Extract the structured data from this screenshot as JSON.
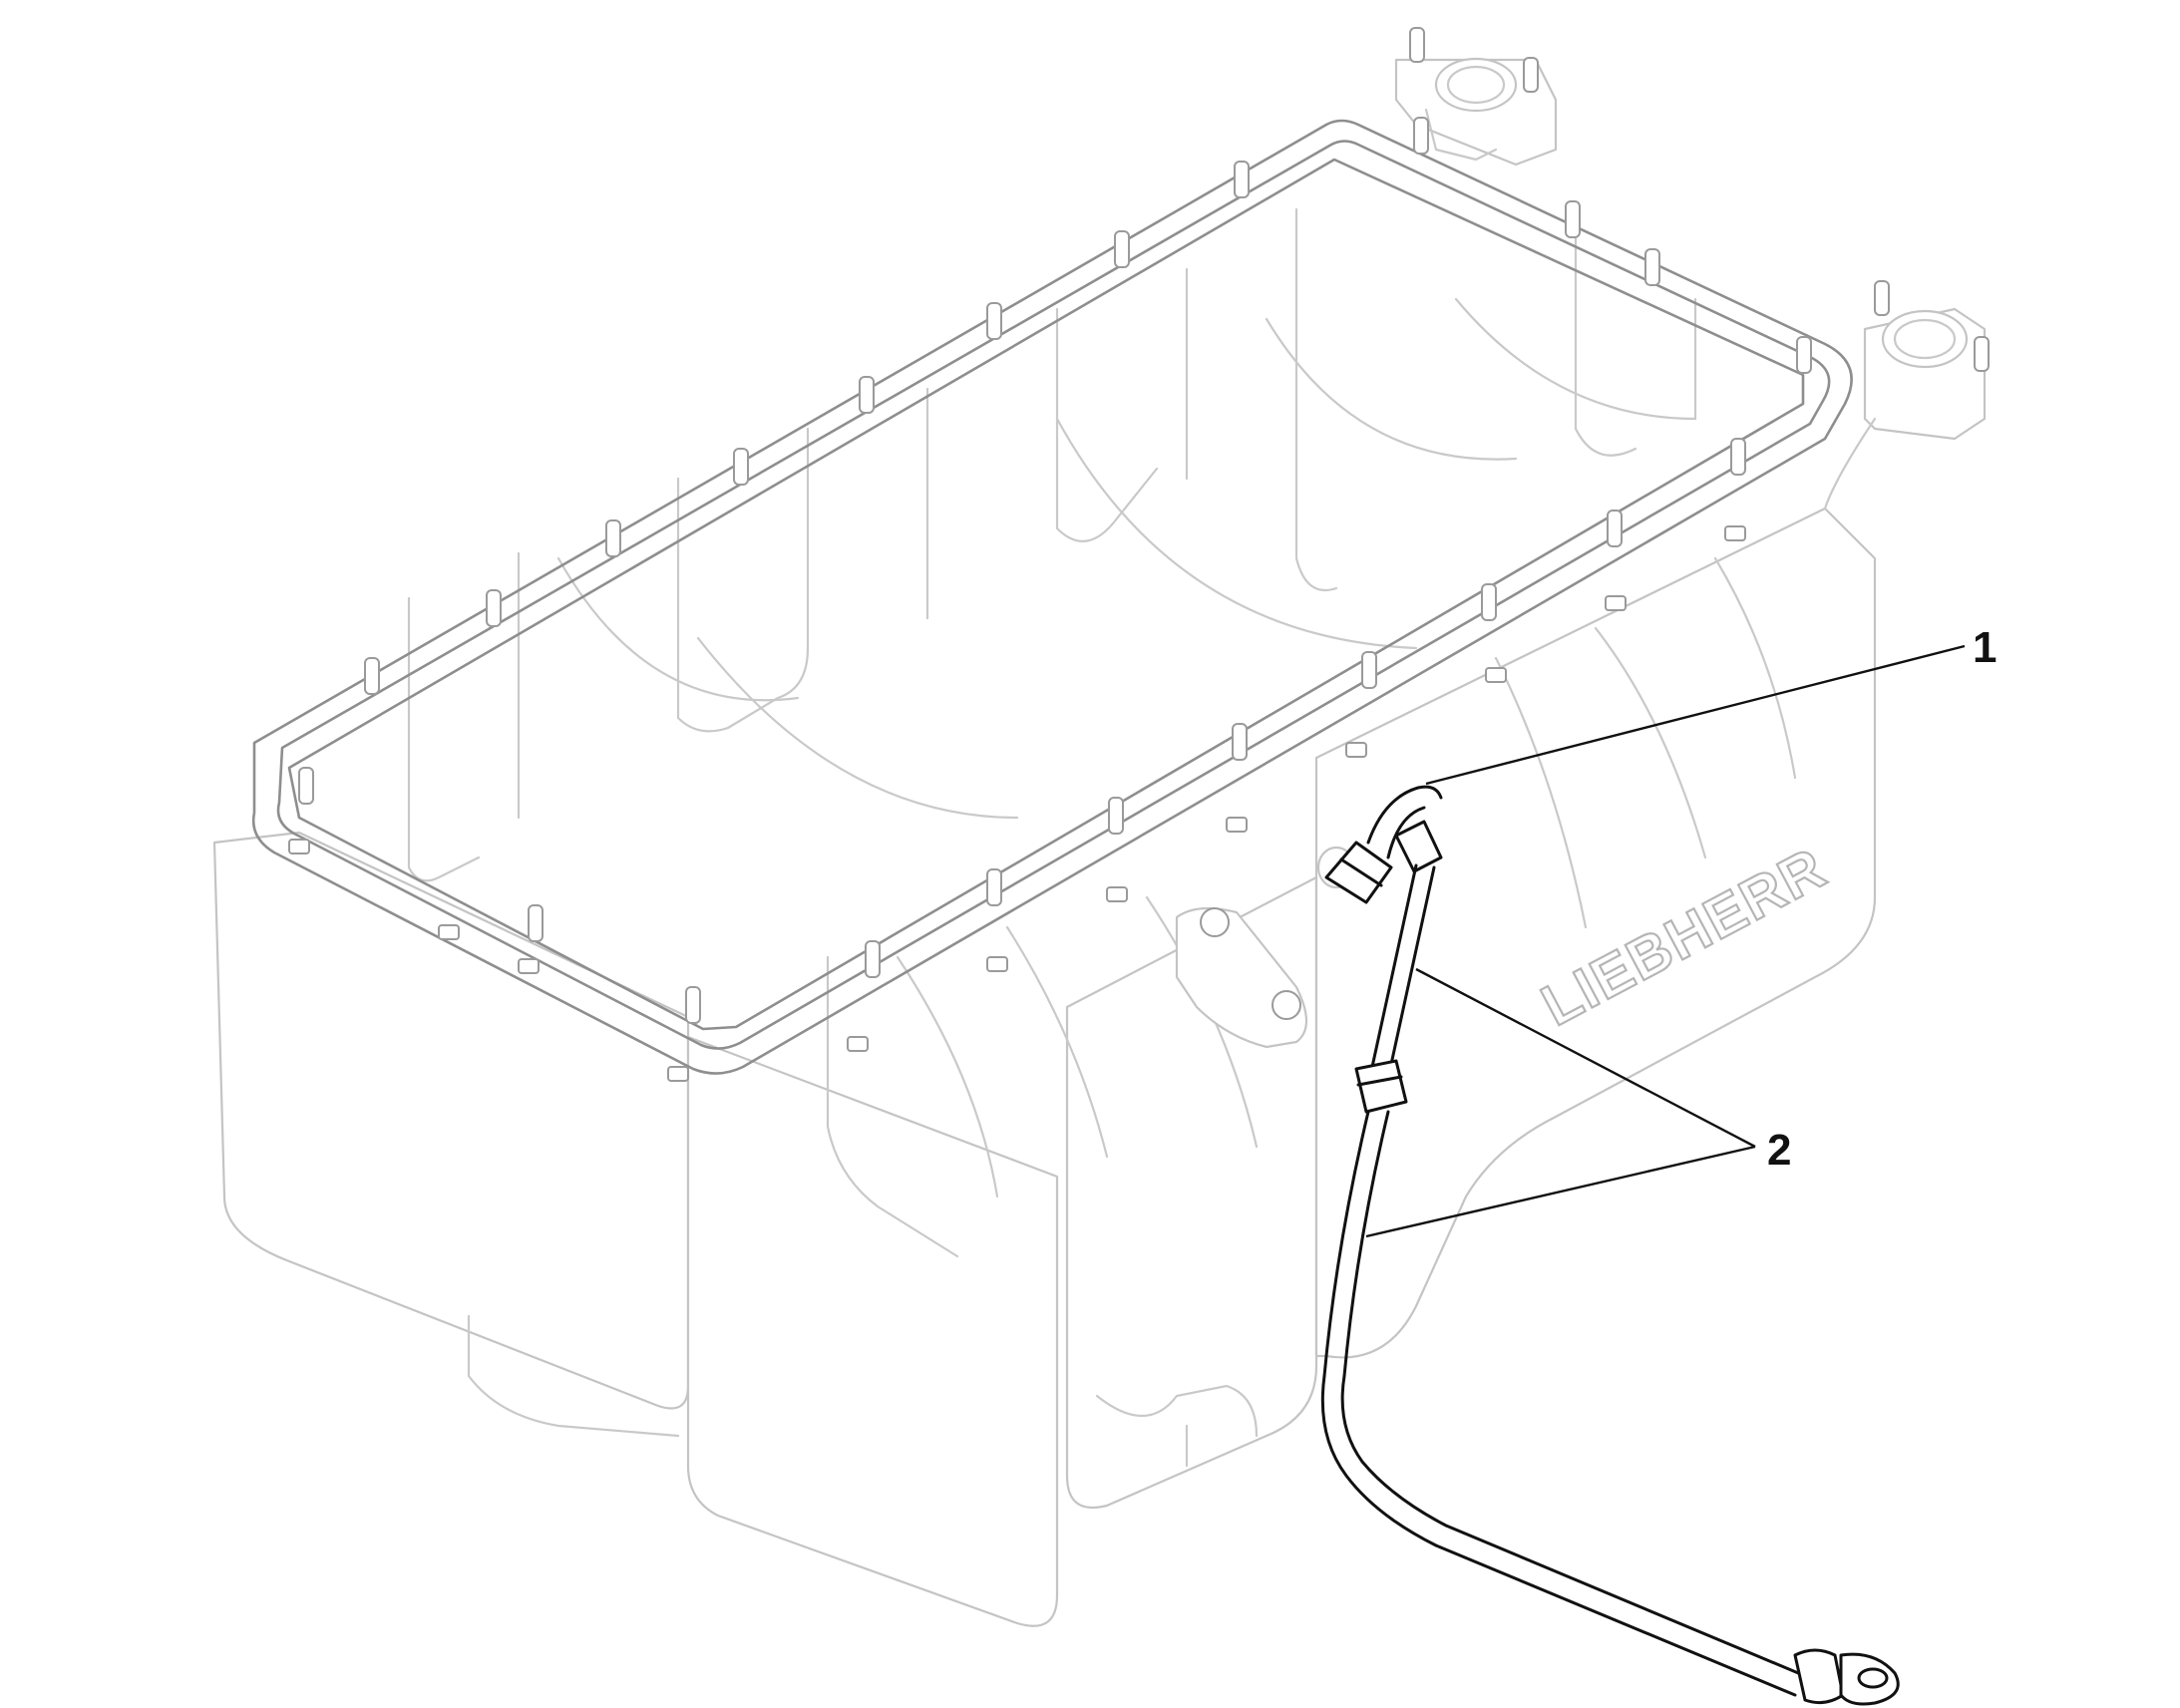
{
  "brand": {
    "text": "LIEBHERR"
  },
  "callouts": [
    {
      "id": "1",
      "label": "1"
    },
    {
      "id": "2",
      "label": "2"
    }
  ],
  "colors": {
    "outline_ghost": "#c9c9c9",
    "gasket": "#8e8e8e",
    "highlight_part": "#111111",
    "background": "#ffffff"
  }
}
